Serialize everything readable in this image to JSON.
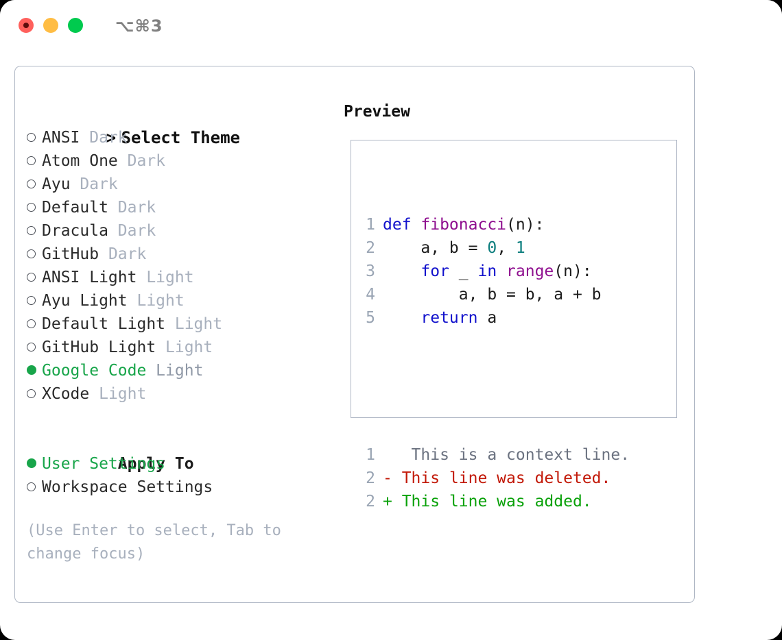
{
  "window": {
    "title": "⌥⌘3",
    "traffic_lights": [
      "close-red",
      "minimize-yellow",
      "maximize-green"
    ]
  },
  "theme_picker": {
    "heading": "Select Theme",
    "caret": ">",
    "items": [
      {
        "label": "ANSI",
        "tag": "Dark",
        "selected": false
      },
      {
        "label": "Atom One",
        "tag": "Dark",
        "selected": false
      },
      {
        "label": "Ayu",
        "tag": "Dark",
        "selected": false
      },
      {
        "label": "Default",
        "tag": "Dark",
        "selected": false
      },
      {
        "label": "Dracula",
        "tag": "Dark",
        "selected": false
      },
      {
        "label": "GitHub",
        "tag": "Dark",
        "selected": false
      },
      {
        "label": "ANSI Light",
        "tag": "Light",
        "selected": false
      },
      {
        "label": "Ayu Light",
        "tag": "Light",
        "selected": false
      },
      {
        "label": "Default Light",
        "tag": "Light",
        "selected": false
      },
      {
        "label": "GitHub Light",
        "tag": "Light",
        "selected": false
      },
      {
        "label": "Google Code",
        "tag": "Light",
        "selected": true
      },
      {
        "label": "XCode",
        "tag": "Light",
        "selected": false
      }
    ]
  },
  "apply_to": {
    "heading": "Apply To",
    "items": [
      {
        "label": "User Settings",
        "selected": true
      },
      {
        "label": "Workspace Settings",
        "selected": false
      }
    ]
  },
  "hint": "(Use Enter to select, Tab to change focus)",
  "preview": {
    "title": "Preview",
    "code_lines": [
      {
        "n": "1",
        "tokens": [
          {
            "t": "def ",
            "c": "kw"
          },
          {
            "t": "fibonacci",
            "c": "fn"
          },
          {
            "t": "(n):",
            "c": "plain"
          }
        ]
      },
      {
        "n": "2",
        "tokens": [
          {
            "t": "    a, b = ",
            "c": "plain"
          },
          {
            "t": "0",
            "c": "num"
          },
          {
            "t": ", ",
            "c": "plain"
          },
          {
            "t": "1",
            "c": "num"
          }
        ]
      },
      {
        "n": "3",
        "tokens": [
          {
            "t": "    ",
            "c": "plain"
          },
          {
            "t": "for",
            "c": "kw"
          },
          {
            "t": " _ ",
            "c": "plain"
          },
          {
            "t": "in",
            "c": "kw"
          },
          {
            "t": " ",
            "c": "plain"
          },
          {
            "t": "range",
            "c": "fn"
          },
          {
            "t": "(n):",
            "c": "plain"
          }
        ]
      },
      {
        "n": "4",
        "tokens": [
          {
            "t": "        a, b = b, a + b",
            "c": "plain"
          }
        ]
      },
      {
        "n": "5",
        "tokens": [
          {
            "t": "    ",
            "c": "plain"
          },
          {
            "t": "return",
            "c": "kw"
          },
          {
            "t": " a",
            "c": "plain"
          }
        ]
      }
    ],
    "diff_lines": [
      {
        "n": "1",
        "marker": " ",
        "text": "  This is a context line.",
        "kind": "ctx"
      },
      {
        "n": "2",
        "marker": "-",
        "text": " This line was deleted.",
        "kind": "del"
      },
      {
        "n": "2",
        "marker": "+",
        "text": " This line was added.",
        "kind": "add"
      }
    ]
  },
  "colors": {
    "accent_green": "#18a54a",
    "muted": "#a8b0bd",
    "border": "#aeb6c4",
    "keyword": "#1111cc",
    "function": "#8f0f8f",
    "number": "#0b7d7d",
    "diff_deleted": "#c21807",
    "diff_added": "#09a109",
    "context": "#6b7280",
    "line_number": "#9aa5b4"
  }
}
